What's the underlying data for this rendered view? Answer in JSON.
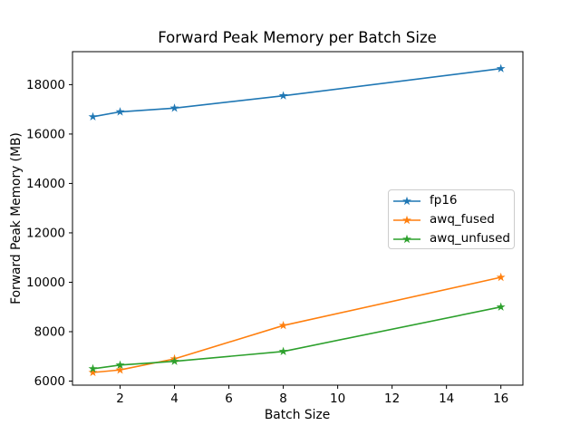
{
  "chart_data": {
    "type": "line",
    "title": "Forward Peak Memory per Batch Size",
    "xlabel": "Batch Size",
    "ylabel": "Forward Peak Memory (MB)",
    "x": [
      1,
      2,
      4,
      8,
      16
    ],
    "series": [
      {
        "name": "fp16",
        "color": "#1f77b4",
        "values": [
          16700,
          16900,
          17050,
          17550,
          18650
        ]
      },
      {
        "name": "awq_fused",
        "color": "#ff7f0e",
        "values": [
          6350,
          6450,
          6900,
          8250,
          10200
        ]
      },
      {
        "name": "awq_unfused",
        "color": "#2ca02c",
        "values": [
          6500,
          6650,
          6800,
          7200,
          9000
        ]
      }
    ],
    "marker": "star",
    "line_width": 1.6,
    "xticks": [
      2,
      4,
      6,
      8,
      10,
      12,
      14,
      16
    ],
    "yticks": [
      6000,
      8000,
      10000,
      12000,
      14000,
      16000,
      18000
    ],
    "xlim": [
      0.25,
      16.81
    ],
    "ylim": [
      5835,
      19335
    ],
    "grid": false,
    "legend_position": "center right",
    "background_color": "#ffffff",
    "spine_color": "#000000"
  }
}
